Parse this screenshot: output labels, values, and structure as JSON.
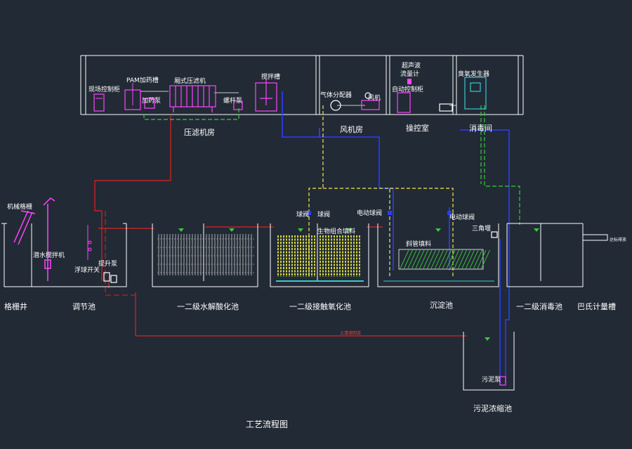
{
  "colors": {
    "background": "#222a35",
    "outline": "#ffffff",
    "sludge_pipe": "#e02020",
    "air_pipe": "#f2e94e",
    "water_pipe": "#2a3cff",
    "reagent_pipe": "#39c93c",
    "equipment": "#ff44ff",
    "media": "#ffff40",
    "membrane": "#cfcfcf"
  },
  "title": "工艺流程图",
  "rooms": [
    {
      "id": "press",
      "label": "压滤机房"
    },
    {
      "id": "blower",
      "label": "风机房"
    },
    {
      "id": "control",
      "label": "操控室"
    },
    {
      "id": "disinfect",
      "label": "消毒间"
    }
  ],
  "equipment": {
    "site_cabinet": "现场控制柜",
    "pam_tank": "PAM加药槽",
    "dosing_pump": "加药泵",
    "filter_press": "厢式压滤机",
    "screw_pump": "螺杆泵",
    "mix_tank": "搅拌槽",
    "gas_distributor": "气体分配器",
    "blower": "风机",
    "ultrasonic_meter": "超声波\n流量计",
    "auto_cabinet": "自动控制柜",
    "ozone_generator": "臭氧发生器",
    "bar_screen": "机械格栅",
    "submersible_mixer": "潜水搅拌机",
    "float_switch": "浮球开关",
    "lift_pump": "提升泵",
    "ball_valve_1": "球阀",
    "ball_valve_2": "球阀",
    "electric_valve_1": "电动球阀",
    "electric_valve_2": "电动球阀",
    "bio_media": "生物组合填料",
    "tube_settler": "斜管填料",
    "weir": "三角堰",
    "sludge_pump": "污泥泵",
    "discharge": "达标排放",
    "return_label": "上清液回流"
  },
  "tanks": [
    {
      "id": "screen_well",
      "label": "格栅井"
    },
    {
      "id": "equalization",
      "label": "调节池"
    },
    {
      "id": "hydrolysis",
      "label": "一二级水解酸化池"
    },
    {
      "id": "contact_ox",
      "label": "一二级接触氧化池"
    },
    {
      "id": "sedimentation",
      "label": "沉淀池"
    },
    {
      "id": "disinfection",
      "label": "一二级消毒池"
    },
    {
      "id": "parshall",
      "label": "巴氏计量槽"
    },
    {
      "id": "sludge_thickener",
      "label": "污泥浓缩池"
    }
  ]
}
